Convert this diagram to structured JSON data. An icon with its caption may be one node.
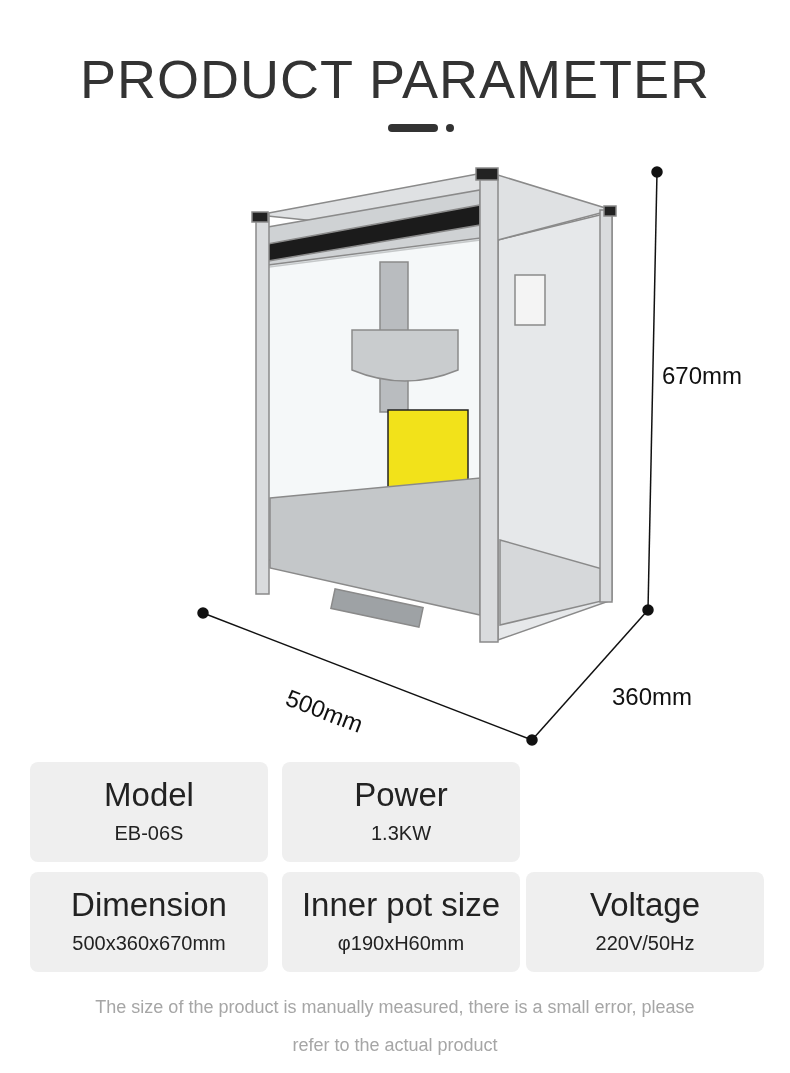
{
  "diagram": {
    "title": "PRODUCT PARAMETER",
    "caption": "The size of the product is manually measured, there is a small error, please refer to the actual product",
    "nodes": [
      {
        "text": [
          "Model",
          "EB-06S"
        ]
      },
      {
        "text": [
          "Power",
          "1.3KW"
        ]
      },
      {
        "text": [
          "Dimension",
          "500x360x670mm"
        ]
      },
      {
        "text": [
          "Inner pot size",
          "φ190xH60mm"
        ]
      },
      {
        "text": [
          "Voltage",
          "220V/50Hz"
        ]
      }
    ],
    "labels": [
      "670mm",
      "500mm",
      "360mm"
    ]
  }
}
